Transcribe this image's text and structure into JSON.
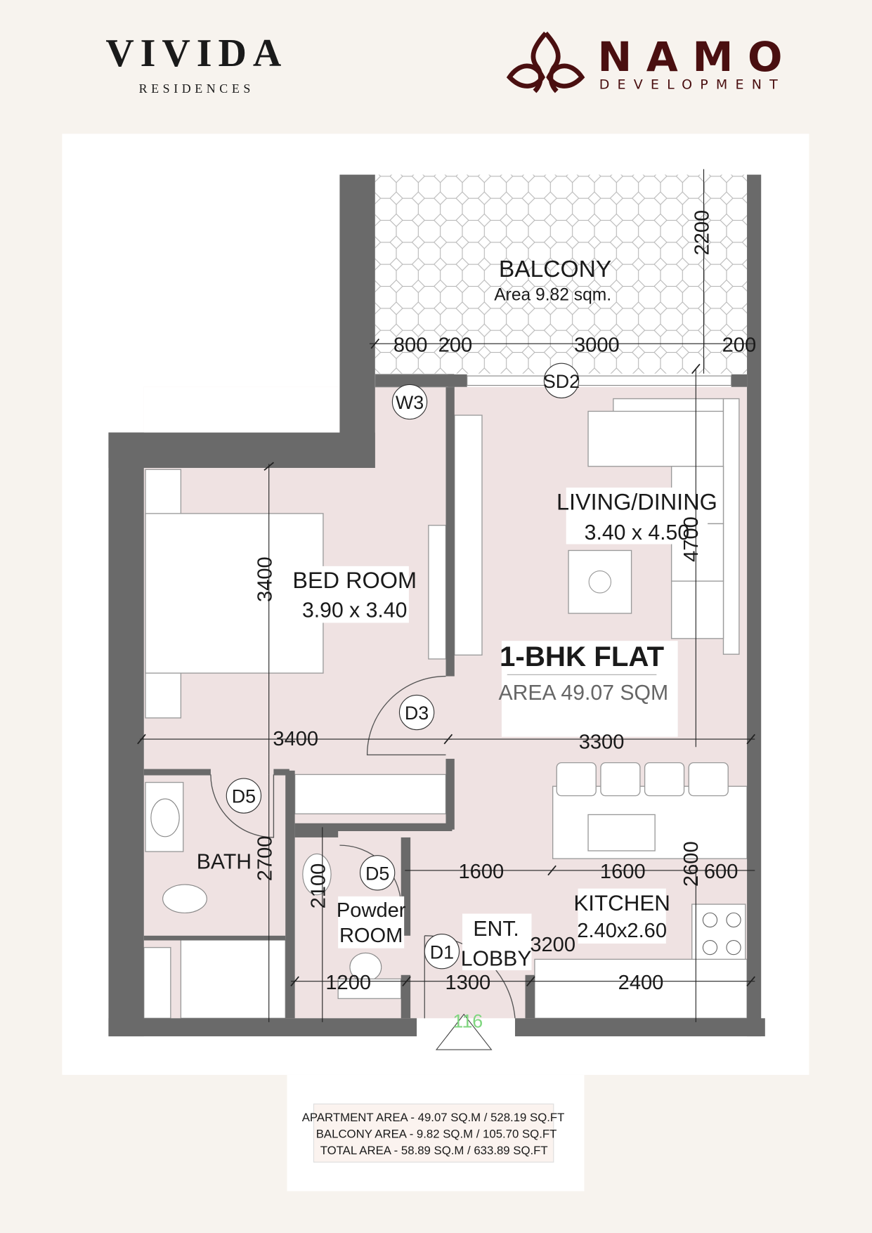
{
  "brand_left": {
    "name": "VIVIDA",
    "sub": "RESIDENCES"
  },
  "brand_right": {
    "name": "NAMO",
    "sub": "DEVELOPMENT",
    "color": "#4a0f10"
  },
  "rooms": {
    "balcony": {
      "name": "BALCONY",
      "area": "Area 9.82 sqm."
    },
    "bedroom": {
      "name": "BED ROOM",
      "size": "3.90 x 3.40"
    },
    "living": {
      "name": "LIVING/DINING",
      "size": "3.40 x 4.50"
    },
    "bath": {
      "name": "BATH"
    },
    "powder": {
      "name1": "Powder",
      "name2": "ROOM"
    },
    "lobby": {
      "name1": "ENT.",
      "name2": "LOBBY"
    },
    "kitchen": {
      "name": "KITCHEN",
      "size": "2.40x2.60"
    }
  },
  "flat": {
    "title": "1-BHK FLAT",
    "area": "AREA 49.07 SQM"
  },
  "tags": {
    "w3": "W3",
    "sd2": "SD2",
    "d3": "D3",
    "d5a": "D5",
    "d5b": "D5",
    "d1": "D1",
    "unit": "116"
  },
  "dims": {
    "b800": "800",
    "b200a": "200",
    "b3000": "3000",
    "b200b": "200",
    "b2200": "2200",
    "bed3400v": "3400",
    "bed3400h": "3400",
    "liv3300": "3300",
    "liv4700": "4700",
    "bath2700": "2700",
    "pw2100": "2100",
    "k1600a": "1600",
    "k1600b": "1600",
    "k600": "600",
    "k2600": "2600",
    "k3200": "3200",
    "b1200": "1200",
    "l1300": "1300",
    "k2400": "2400"
  },
  "summary": [
    "APARTMENT AREA - 49.07 SQ.M / 528.19 SQ.FT",
    "BALCONY AREA - 9.82 SQ.M / 105.70 SQ.FT",
    "TOTAL AREA - 58.89 SQ.M / 633.89 SQ.FT"
  ]
}
